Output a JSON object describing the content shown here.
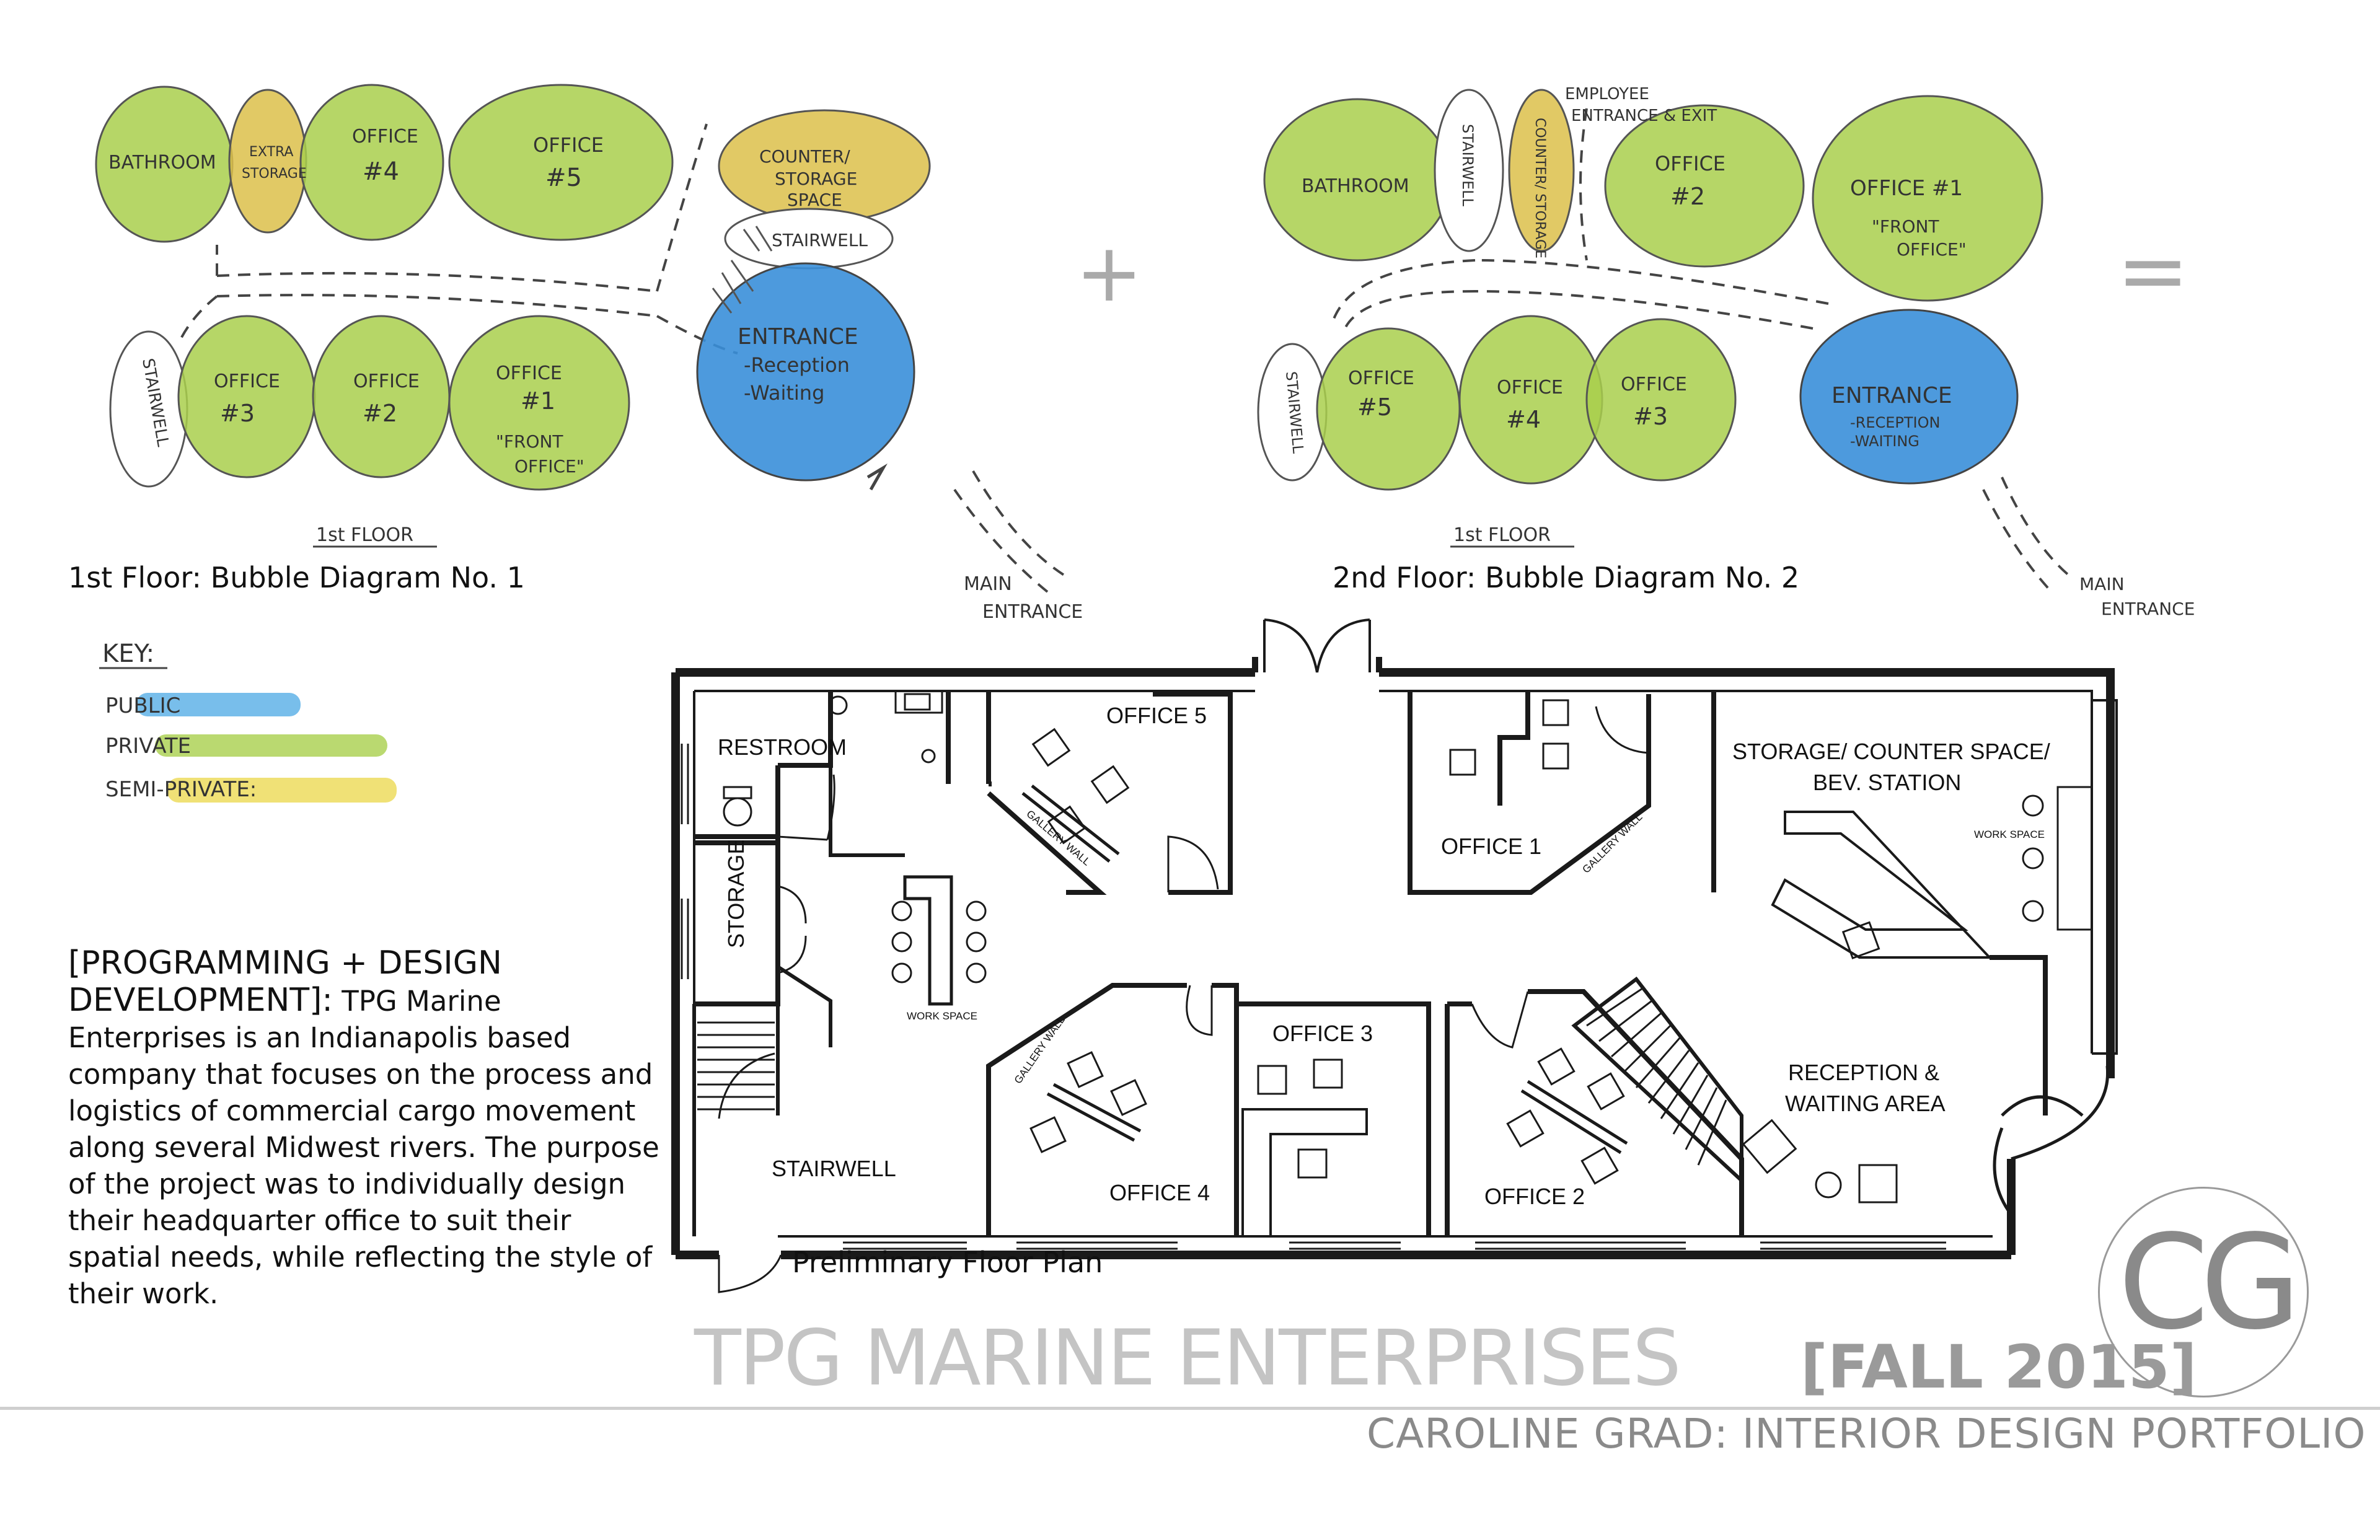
{
  "diagram1": {
    "caption": "1st Floor: Bubble Diagram No. 1",
    "floor_note": "1st FLOOR",
    "entrance_note": [
      "MAIN",
      "ENTRANCE"
    ],
    "bubbles": {
      "bathroom": "BATHROOM",
      "extra_storage": [
        "EXTRA",
        "STORAGE"
      ],
      "office4": [
        "OFFICE",
        "#4"
      ],
      "office5": [
        "OFFICE",
        "#5"
      ],
      "counter": [
        "COUNTER/",
        "STORAGE",
        "SPACE"
      ],
      "stairwell_top": "STAIRWELL",
      "stairwell_side": "STAIRWELL",
      "office3": [
        "OFFICE",
        "#3"
      ],
      "office2": [
        "OFFICE",
        "#2"
      ],
      "office1": [
        "OFFICE",
        "#1",
        "\"FRONT",
        "OFFICE\""
      ],
      "entrance": [
        "ENTRANCE",
        "-Reception",
        "-Waiting"
      ]
    }
  },
  "diagram2": {
    "caption": "2nd Floor: Bubble Diagram No. 2",
    "floor_note": "1st FLOOR",
    "entrance_note": [
      "MAIN",
      "ENTRANCE"
    ],
    "employee_note": [
      "EMPLOYEE",
      "ENTRANCE & EXIT"
    ],
    "bubbles": {
      "bathroom": "BATHROOM",
      "stairwell_top": "STAIRWELL",
      "counter": "COUNTER/ STORAGE",
      "office2": [
        "OFFICE",
        "#2"
      ],
      "office1": [
        "OFFICE #1",
        "\"FRONT",
        "OFFICE\""
      ],
      "stairwell_side": "STAIRWELL",
      "office5": [
        "OFFICE",
        "#5"
      ],
      "office4": [
        "OFFICE",
        "#4"
      ],
      "office3": [
        "OFFICE",
        "#3"
      ],
      "entrance": [
        "ENTRANCE",
        "-RECEPTION",
        "-WAITING"
      ]
    }
  },
  "operators": {
    "plus": "+",
    "equals": "="
  },
  "key": {
    "title": "KEY:",
    "items": [
      {
        "label": "PUBLIC",
        "color": "#56aee6"
      },
      {
        "label": "PRIVATE",
        "color": "#a9cf4c"
      },
      {
        "label": "SEMI-PRIVATE:",
        "color": "#ecd954"
      }
    ]
  },
  "colors": {
    "public": "#3a8fd9",
    "private": "#a9cf4c",
    "semi_private": "#dcc04a",
    "ink": "#333333"
  },
  "floor_plan": {
    "caption": "Preliminary Floor Plan",
    "rooms": {
      "restroom": "RESTROOM",
      "storage": "STORAGE",
      "stairwell": "STAIRWELL",
      "office5": "OFFICE 5",
      "office1": "OFFICE 1",
      "office3": "OFFICE 3",
      "office4": "OFFICE 4",
      "office2": "OFFICE 2",
      "storage_counter": [
        "STORAGE/ COUNTER SPACE/",
        "BEV. STATION"
      ],
      "reception": [
        "RECEPTION &",
        "WAITING AREA"
      ]
    },
    "small_labels": {
      "work_space_center": "WORK SPACE",
      "work_space_right": "WORK SPACE",
      "gallery_wall_1": "GALLERY WALL",
      "gallery_wall_2": "GALLERY WALL",
      "gallery_wall_3": "GALLERY WALL"
    }
  },
  "description": {
    "heading": "[PROGRAMMING + DESIGN DEVELOPMENT]:",
    "body": " TPG Marine Enterprises is an Indianapolis based company that focuses on the process and logistics of commercial cargo movement along several Midwest rivers. The purpose of the project was to individually design their headquarter office to suit their spatial needs, while reflecting the style of their work."
  },
  "title": {
    "main": "TPG MARINE ENTERPRISES",
    "season": "[FALL 2015]"
  },
  "subtitle": "CAROLINE GRAD: INTERIOR DESIGN PORTFOLIO",
  "logo": "CG"
}
